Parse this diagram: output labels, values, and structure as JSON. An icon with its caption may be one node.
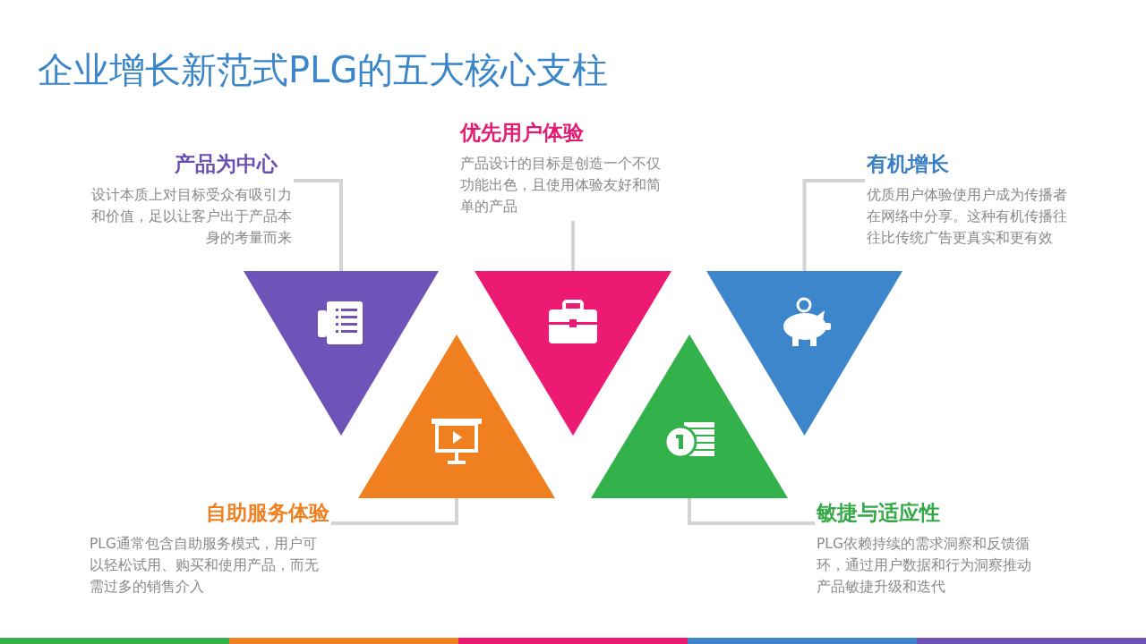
{
  "diagram": {
    "title": "企业增长新范式PLG的五大核心支柱",
    "nodes": [
      {
        "text": [
          "产品为中心",
          "设计本质上对目标受众有吸引力和价值，足以让客户出于产品本身的考量而来"
        ]
      },
      {
        "text": [
          "优先用户体验",
          "产品设计的目标是创造一个不仅功能出色，且使用体验友好和简单的产品"
        ]
      },
      {
        "text": [
          "有机增长",
          "优质用户体验使用户成为传播者在网络中分享。这种有机传播往往比传统广告更真实和更有效"
        ]
      },
      {
        "text": [
          "自助服务体验",
          "PLG通常包含自助服务模式，用户可以轻松试用、购买和使用产品，而无需过多的销售介入"
        ]
      },
      {
        "text": [
          "敏捷与适应性",
          "PLG依赖持续的需求洞察和反馈循环，通过用户数据和行为洞察推动产品敏捷升级和迭代"
        ]
      },
      {
        "text": [],
        "shape": "triangle"
      },
      {
        "text": [],
        "shape": "triangle"
      },
      {
        "text": [],
        "shape": "triangle"
      },
      {
        "text": [],
        "shape": "triangle"
      },
      {
        "text": [],
        "shape": "triangle"
      }
    ],
    "edges": [
      {
        "from": 0,
        "to": 5,
        "arrow": "none"
      },
      {
        "from": 1,
        "to": 6,
        "arrow": "none"
      },
      {
        "from": 2,
        "to": 7,
        "arrow": "none"
      },
      {
        "from": 3,
        "to": 8,
        "arrow": "none"
      },
      {
        "from": 4,
        "to": 9,
        "arrow": "none"
      }
    ]
  }
}
